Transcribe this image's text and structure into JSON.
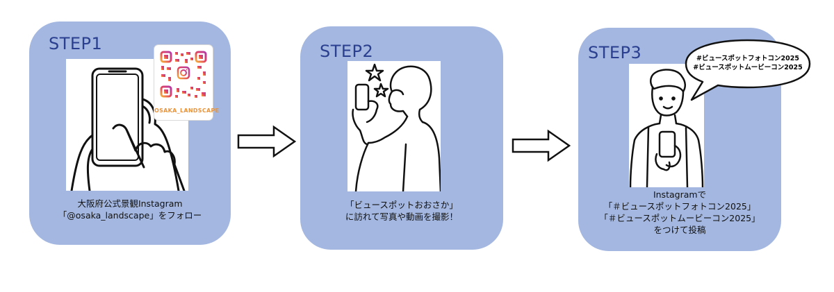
{
  "colors": {
    "card": "#a3b7e0",
    "step_title": "#2a3f8f",
    "qr_label": "#e9933a"
  },
  "steps": [
    {
      "title": "STEP1",
      "caption_lines": [
        "大阪府公式景観Instagram",
        "「@osaka_landscape」をフォロー"
      ]
    },
    {
      "title": "STEP2",
      "caption_lines": [
        "「ビュースポットおおさか」",
        "に訪れて写真や動画を撮影！"
      ]
    },
    {
      "title": "STEP3",
      "caption_lines": [
        "Instagramで",
        "「＃ビュースポットフォトコン2025」",
        "「＃ビュースポットムービーコン2025」",
        "をつけて投稿"
      ]
    }
  ],
  "qr": {
    "label": "OSAKA_LANDSCAPE"
  },
  "bubble": {
    "lines": [
      "#ビュースポットフォトコン2025",
      "#ビュースポットムービーコン2025"
    ]
  },
  "icons": [
    "phone-in-hands-icon",
    "qr-code-icon",
    "photographer-icon",
    "phone-user-icon",
    "speech-bubble-icon",
    "arrow-right-icon"
  ]
}
